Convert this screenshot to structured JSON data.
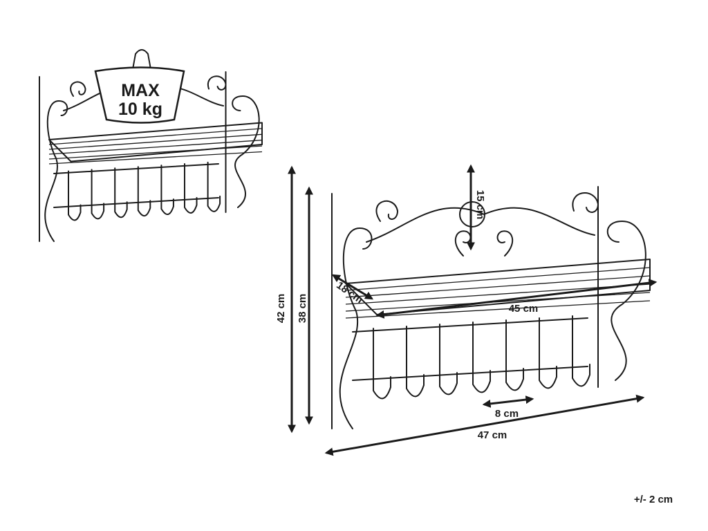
{
  "weight_badge": {
    "line1": "MAX",
    "line2": "10 kg"
  },
  "dimensions": {
    "height_total": "42 cm",
    "height_frame": "38 cm",
    "crest_height": "15 cm",
    "depth": "18 cm",
    "shelf_width": "45 cm",
    "hook_spacing": "8 cm",
    "total_width": "47 cm"
  },
  "tolerance": "+/- 2 cm"
}
